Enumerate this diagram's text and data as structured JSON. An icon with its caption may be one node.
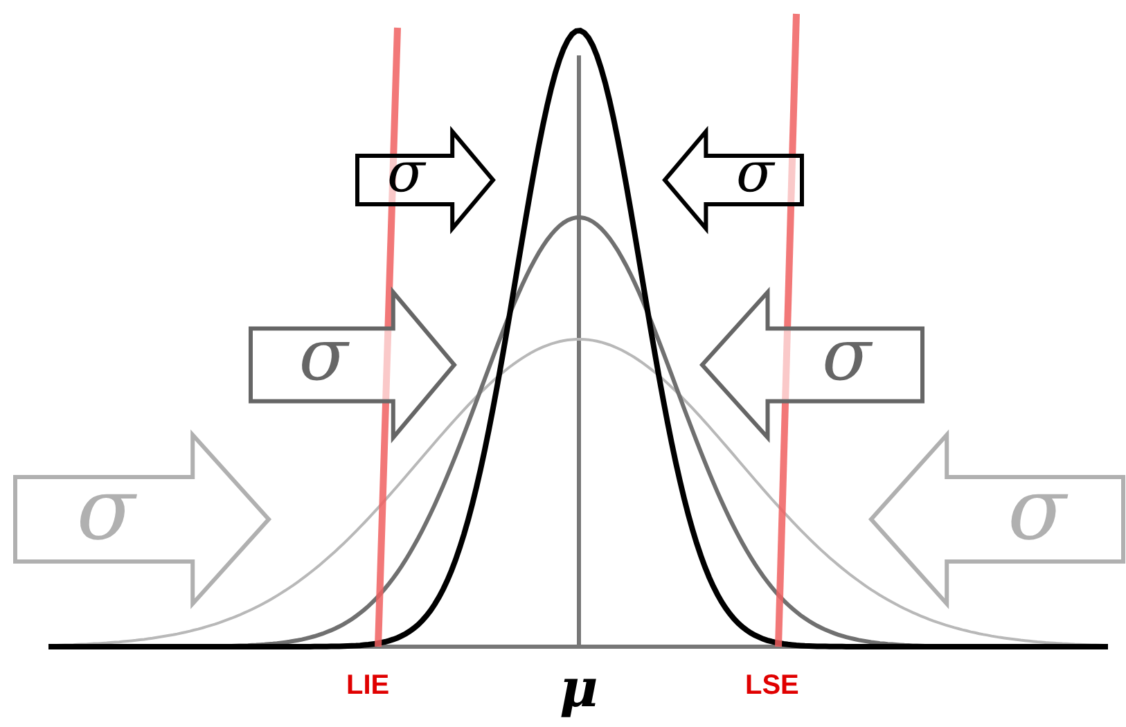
{
  "diagram": {
    "nodes": [
      {
        "text": [
          "σ"
        ]
      },
      {
        "text": [
          "σ"
        ]
      },
      {
        "text": [
          "σ"
        ]
      },
      {
        "text": [
          "σ"
        ]
      },
      {
        "text": [
          "σ"
        ]
      },
      {
        "text": [
          "σ"
        ]
      }
    ],
    "labels": [
      "LIE",
      "μ",
      "LSE"
    ]
  }
}
